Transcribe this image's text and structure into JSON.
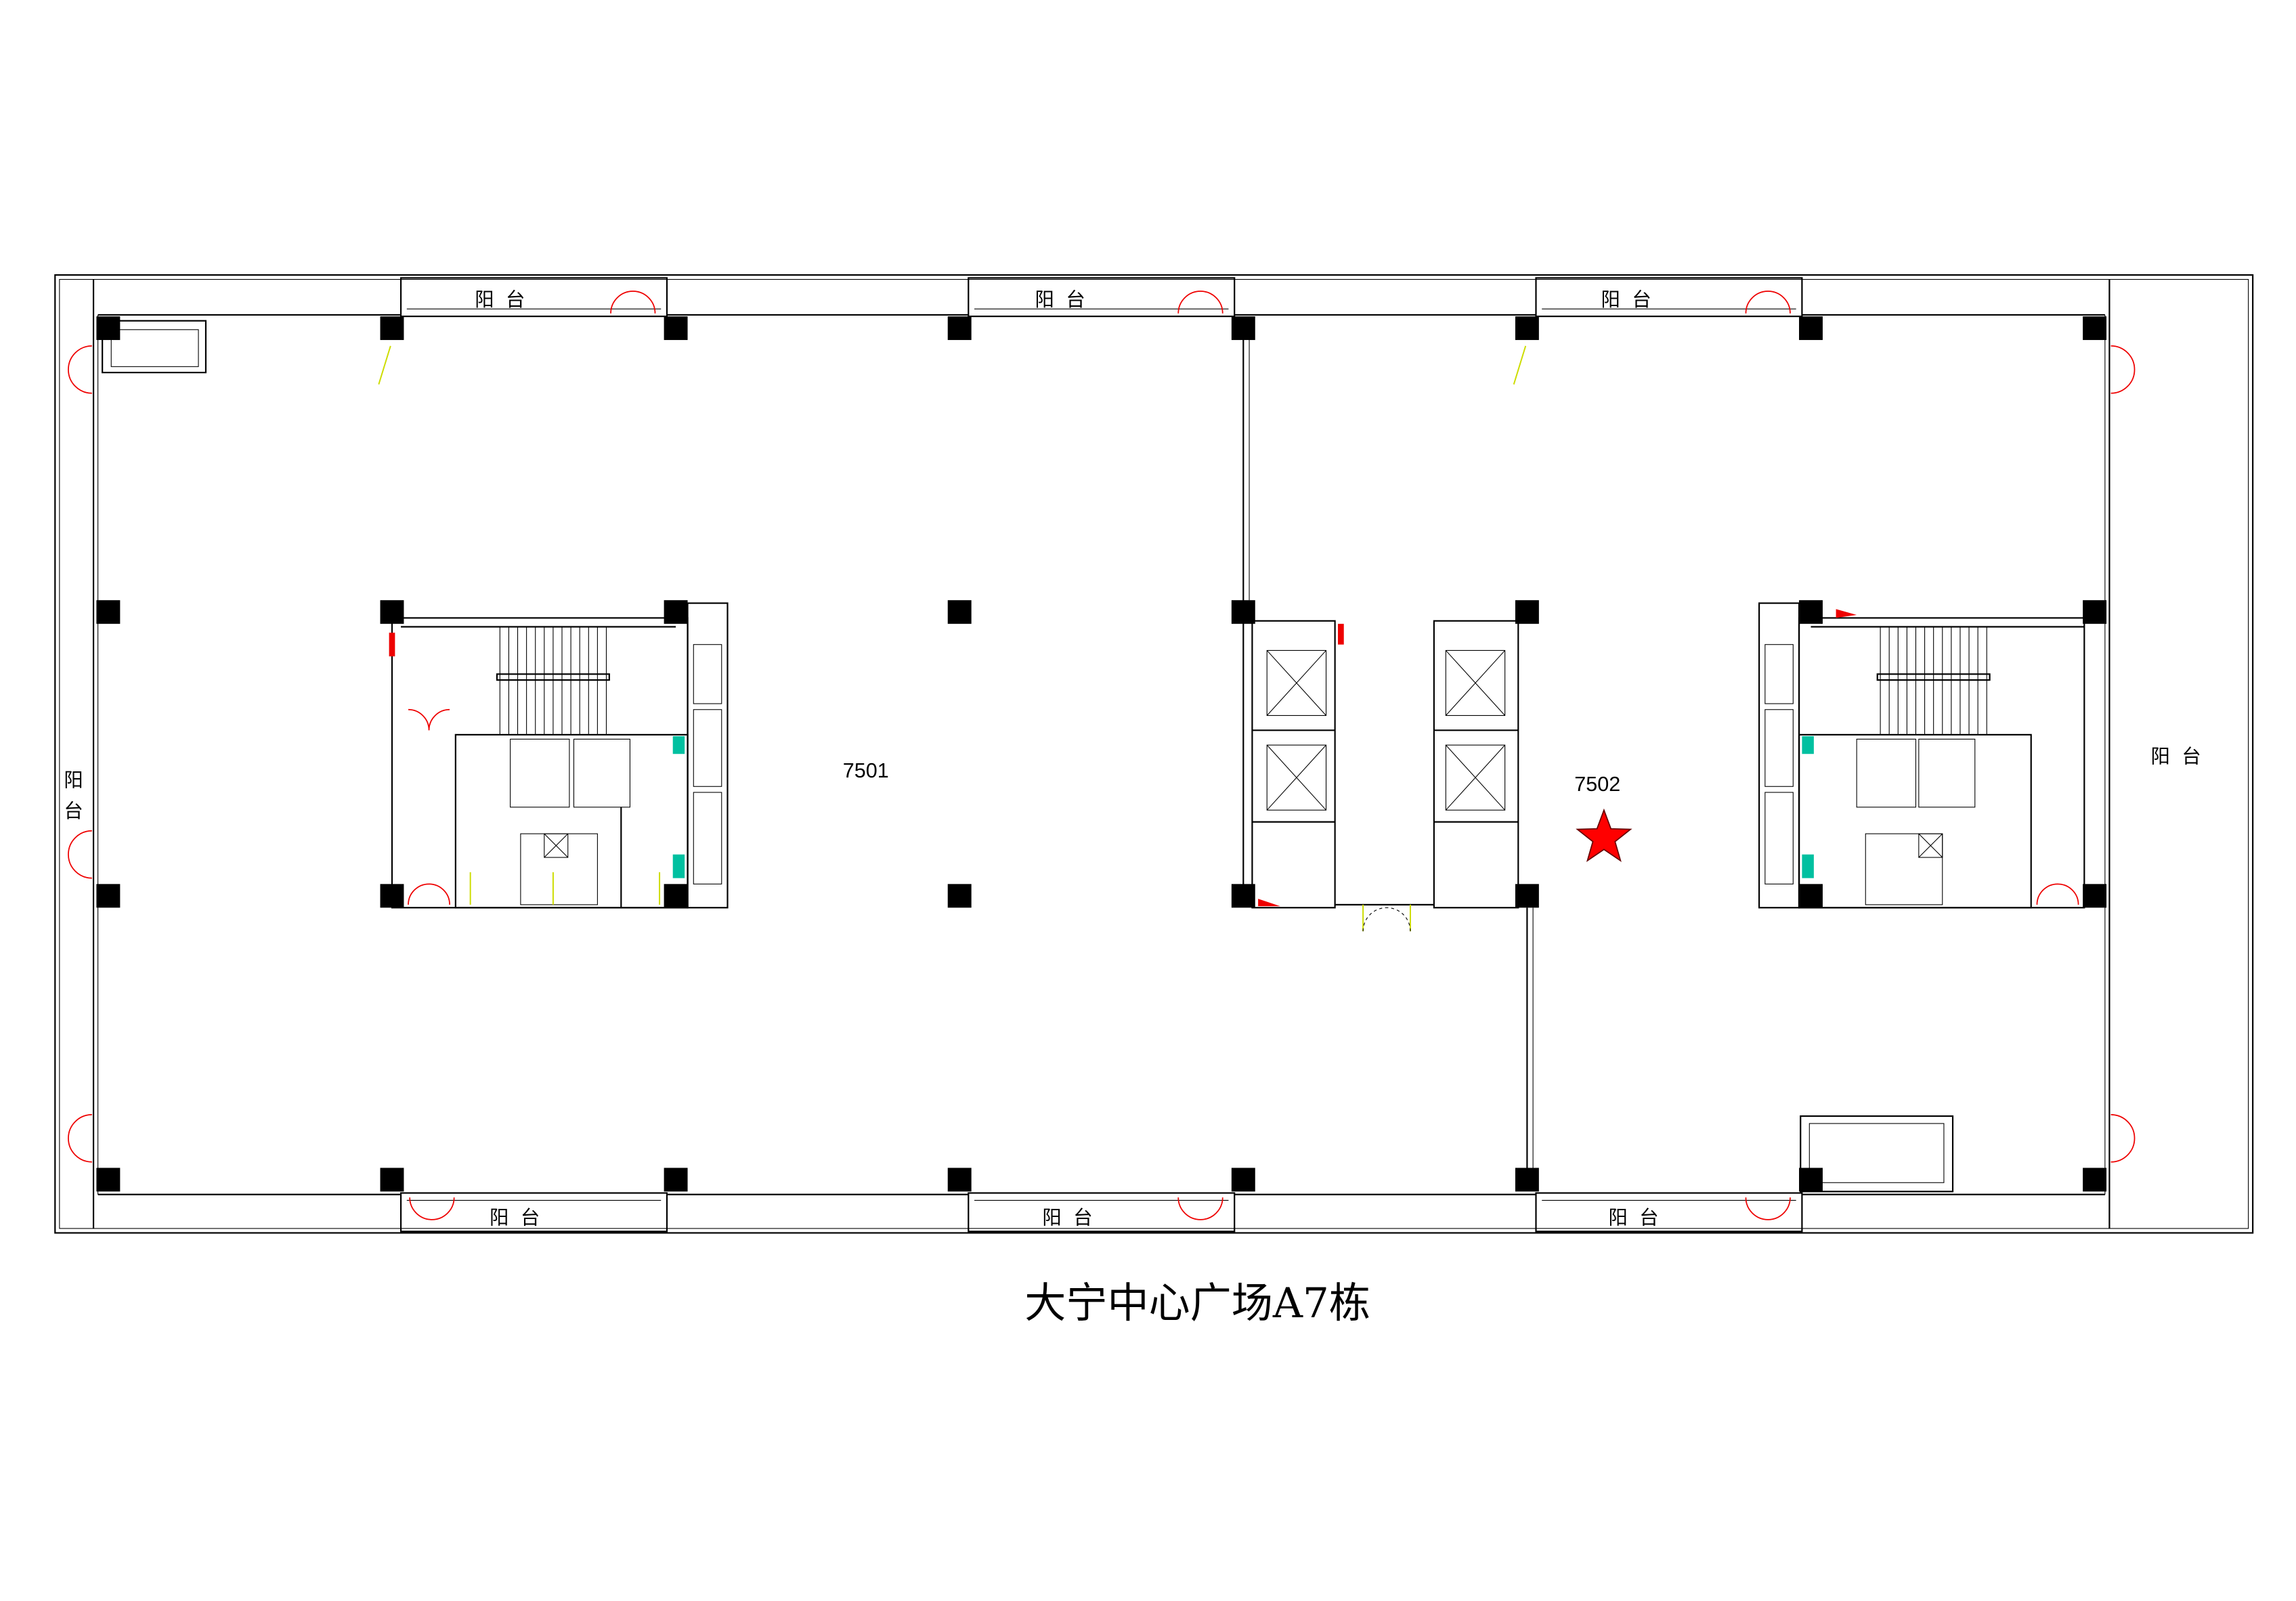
{
  "title": "大宁中心广场A7栋",
  "rooms": [
    "7501",
    "7502"
  ],
  "balcony_label": "阳台",
  "balcony_chars": [
    "阳",
    "台"
  ],
  "marker": {
    "icon": "star-icon",
    "color": "#ff0000"
  },
  "colors": {
    "wall": "#000000",
    "door": "#e00000",
    "door_alt": "#cddc00",
    "fixture": "#00c0a0"
  }
}
